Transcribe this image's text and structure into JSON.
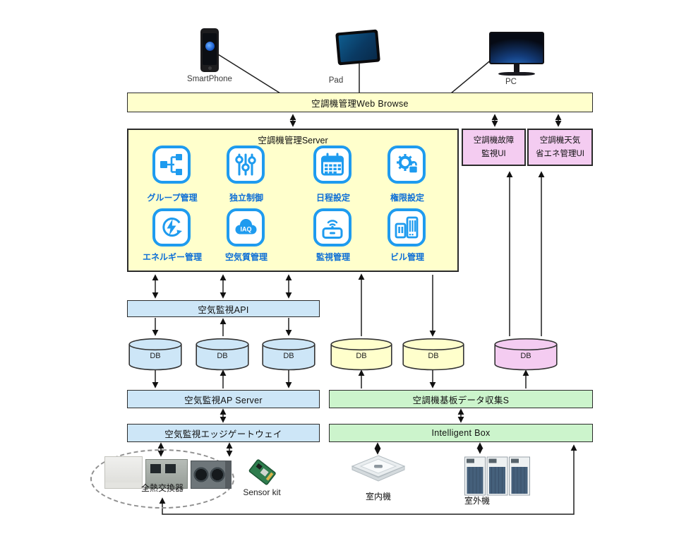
{
  "devices": {
    "smartphone": "SmartPhone",
    "pad": "Pad",
    "pc": "PC"
  },
  "web_browser_bar": "空調機管理Web Browse",
  "server": {
    "title": "空調機管理Server",
    "modules": [
      {
        "label": "グループ管理",
        "icon": "group-tree-icon"
      },
      {
        "label": "独立制御",
        "icon": "sliders-icon"
      },
      {
        "label": "日程設定",
        "icon": "calendar-icon"
      },
      {
        "label": "権限設定",
        "icon": "gear-lock-icon"
      },
      {
        "label": "エネルギー管理",
        "icon": "energy-recycle-icon"
      },
      {
        "label": "空気質管理",
        "icon": "iaq-cloud-icon",
        "badge": "IAQ"
      },
      {
        "label": "監視管理",
        "icon": "monitor-wifi-icon"
      },
      {
        "label": "ビル管理",
        "icon": "building-nas-icon"
      }
    ]
  },
  "ui_boxes": [
    {
      "line1": "空調機故障",
      "line2": "監視UI"
    },
    {
      "line1": "空調機天気",
      "line2": "省エネ管理UI"
    }
  ],
  "api_bar": "空気監視API",
  "db_label": "DB",
  "ap_server_bar": "空気監視AP Server",
  "data_collect_bar": "空調機基板データ収集S",
  "edge_gateway_bar": "空気監視エッジゲートウェイ",
  "intelligent_box_bar": "Intelligent Box",
  "equipment": {
    "heat_exchanger": "全熱交換器",
    "sensor_kit": "Sensor kit",
    "indoor_unit": "室内機",
    "outdoor_unit": "室外機"
  },
  "colors": {
    "panel_yellow": "#FFFFCC",
    "panel_blue": "#CDE6F7",
    "panel_green": "#CCF4CC",
    "panel_pink": "#F4CCF1",
    "icon_blue": "#1E9BEF",
    "module_label_blue": "#0E6FD6"
  }
}
